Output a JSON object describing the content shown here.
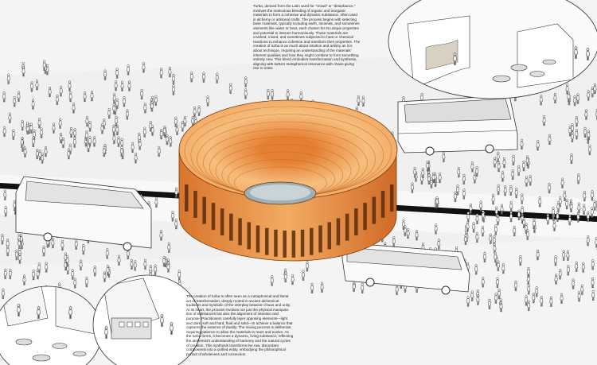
{
  "panel": {
    "text_top": "Turba, derived from the Latin word for \"crowd\" or \"disturbance,\"\ninvolves the meticulous blending of organic and inorganic\nmaterials to form a cohesive and dynamic substance, often used\nin alchemy or artisanal crafts. The process begins with selecting\nbase materials, typically including earth, minerals, and sometimes\nelements like water or heat, each chosen for its unique properties\nand potential to interact harmoniously. These materials are\ncrushed, mixed, and sometimes subjected to heat or chemical\nreactions to enhance cohesion and transform their properties. The\ncreation of turba is as much about intuition and artistry as it is\nabout technique, requiring an understanding of the materials'\ninherent qualities and how they might combine to form something\nentirely new. This blend embodies transformation and synthesis,\naligning with turba's metaphorical resonance with chaos giving\nrise to order.",
    "text_bottom": "The creation of turba is often seen as a metaphorical and literal\nact of transformation, deeply rooted in ancient alchemical\ntraditions and symbolic of the interplay between chaos and unity.\nAt its heart, the process involves not just the physical manipula-\ntion of substances but also the alignment of intention and\npurpose. Practitioners carefully layer opposing elements—light\nand dark, soft and hard, fluid and solid—to achieve a balance that\ncaptures the essence of duality. The mixing process is deliberate,\nrequiring patience to allow the materials to react and evolve. As\nthe turba forms, it becomes a dynamic, living substance, reflecting\nthe alchemist's understanding of harmony and the natural cycles\nof creation. This synthesis transforms the raw, discordant\ncomponents into a unified entity, embodying the philosophical\npursuit of wholeness and connection."
  },
  "colors": {
    "background": "#f4f4f4",
    "road": "#eef0ee",
    "ring_light": "#f5b772",
    "ring_mid": "#e88a3e",
    "ring_dark": "#b9591c",
    "rail": "#111111",
    "water": "#aeb9bd"
  },
  "icons": [
    "walking-figure-icon",
    "tour-bus-icon",
    "ring-pavilion",
    "detail-vignette"
  ]
}
